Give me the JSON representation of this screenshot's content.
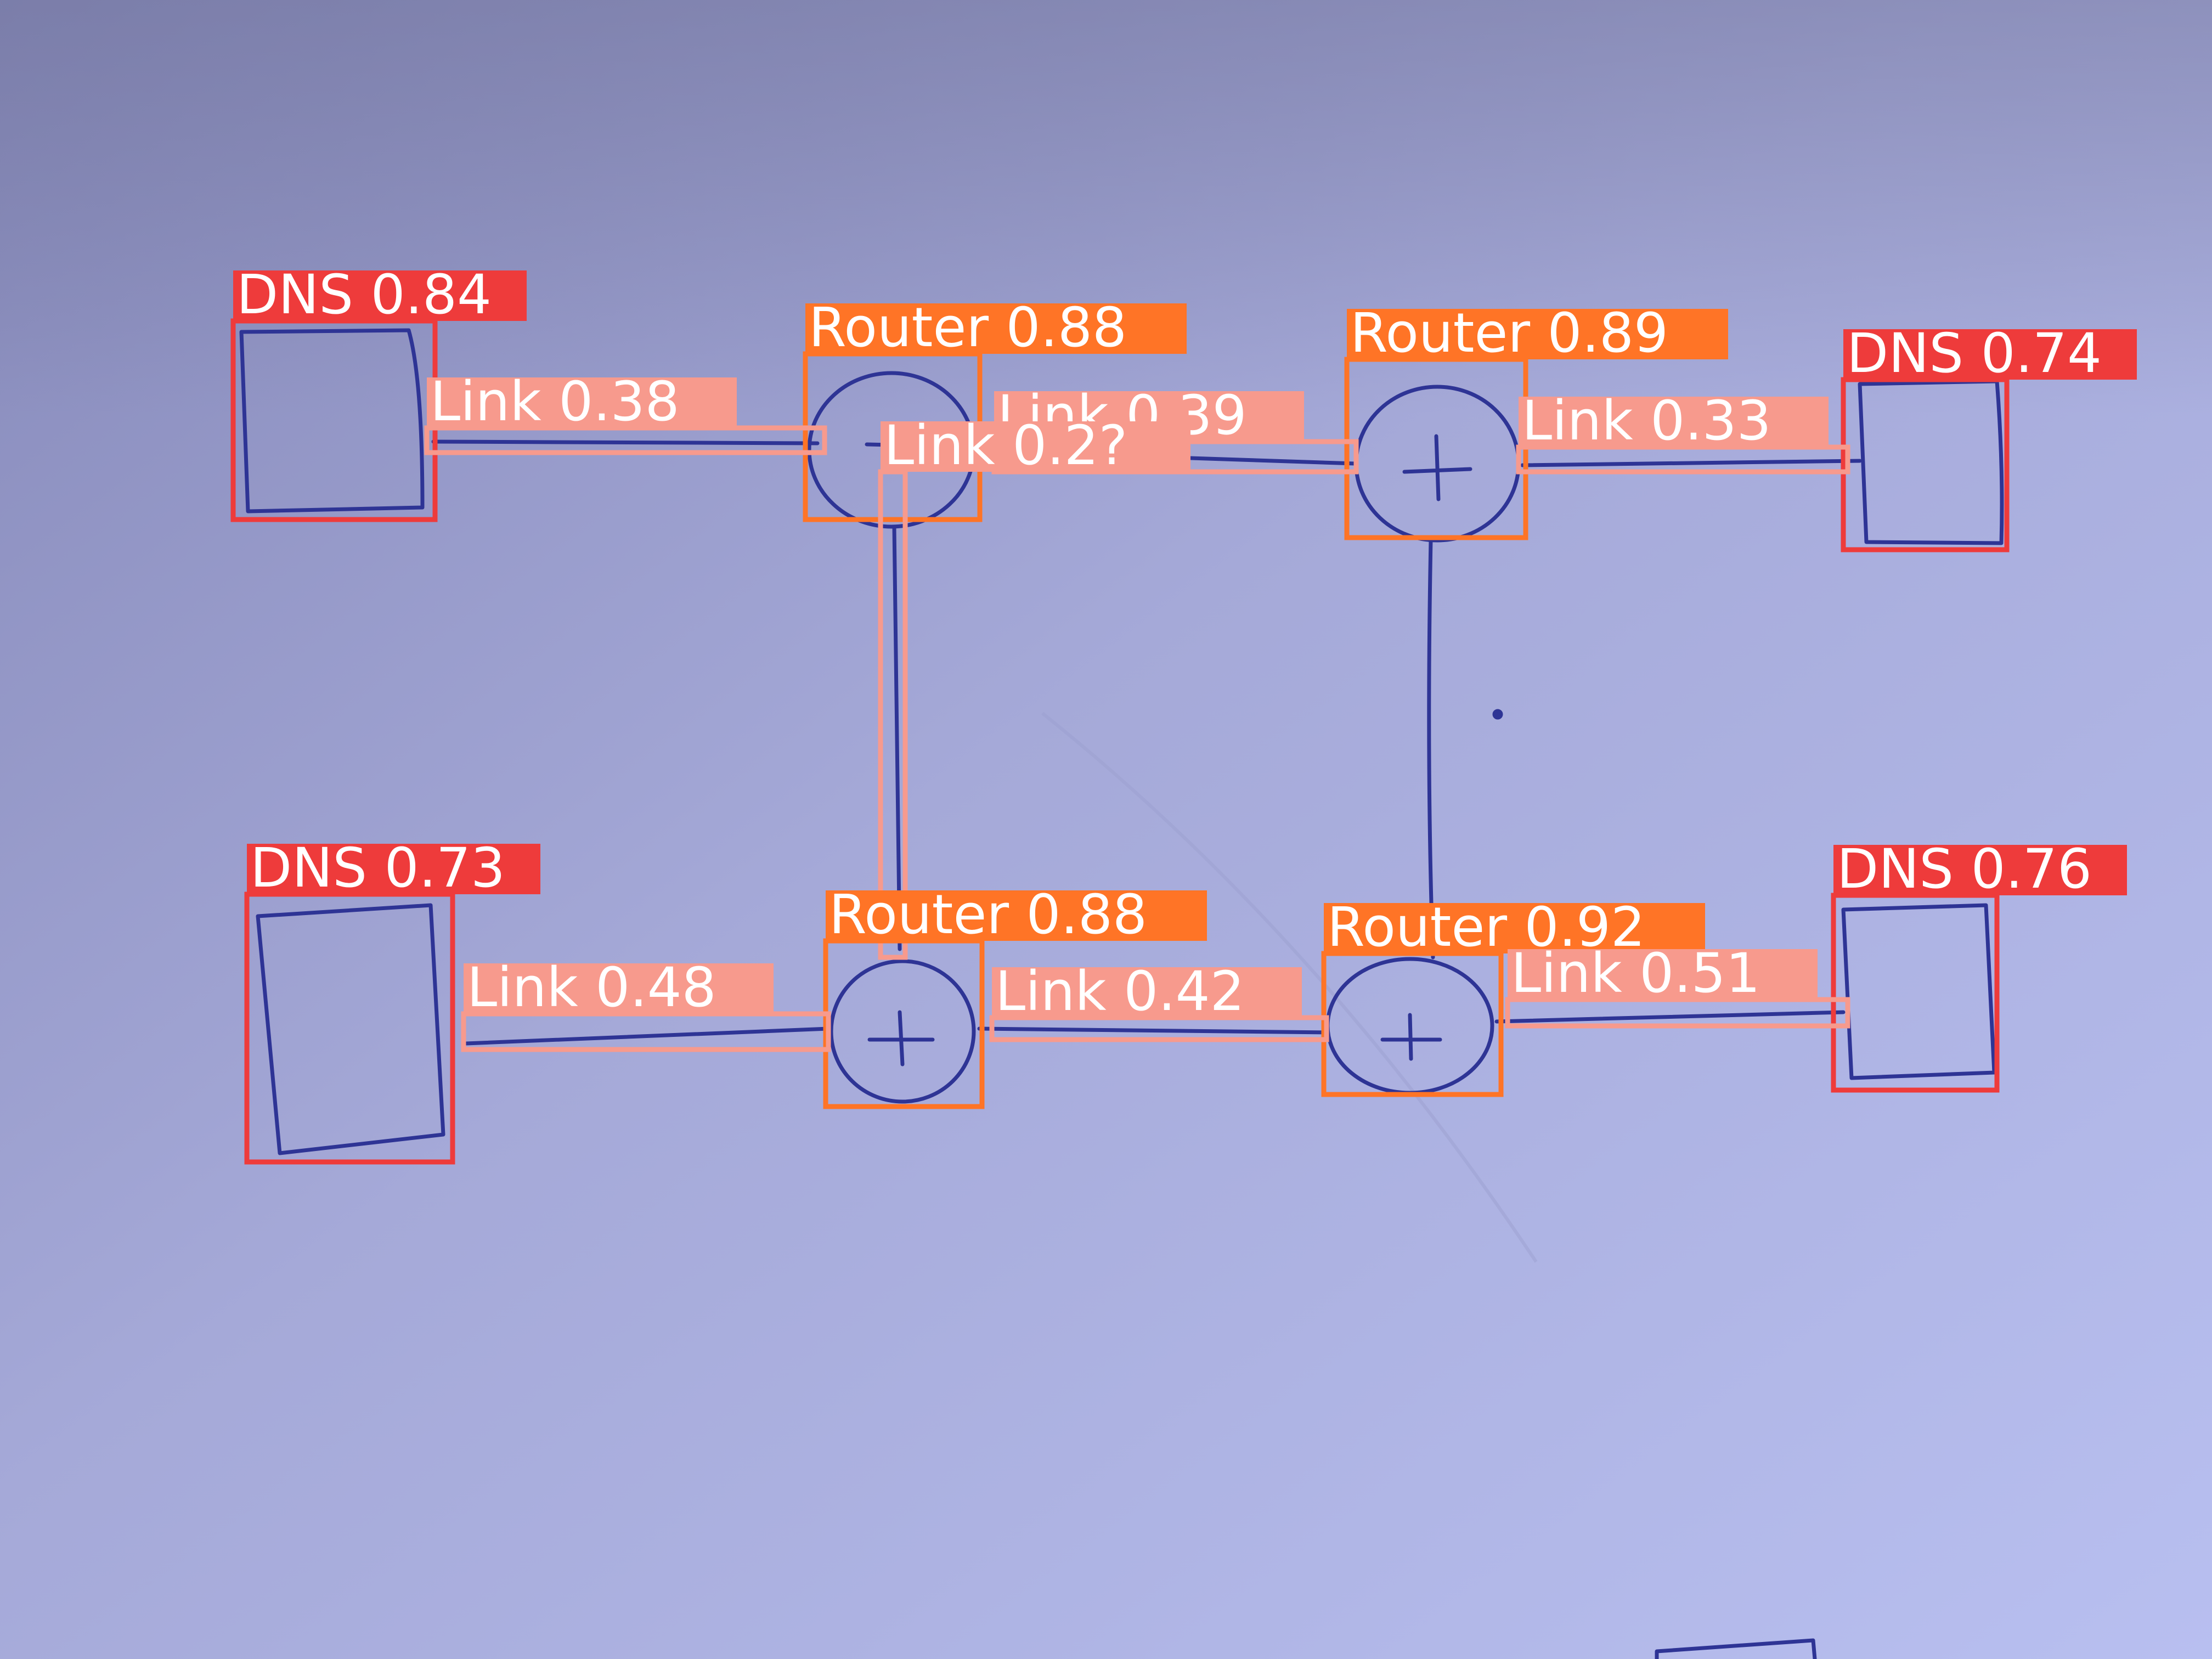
{
  "colors": {
    "paper": "#aeb3df",
    "paper_dark": "#8588b8",
    "ink": "#2e3495",
    "dns": "#ee3b3b",
    "router": "#ff7426",
    "link": "#f79a8d",
    "label_text": "#ffffff"
  },
  "detections": [
    {
      "class": "DNS",
      "confidence": "0.84",
      "label": "DNS 0.84"
    },
    {
      "class": "Router",
      "confidence": "0.88",
      "label": "Router 0.88"
    },
    {
      "class": "Router",
      "confidence": "0.89",
      "label": "Router 0.89"
    },
    {
      "class": "DNS",
      "confidence": "0.74",
      "label": "DNS 0.74"
    },
    {
      "class": "Link",
      "confidence": "0.38",
      "label": "Link 0.38"
    },
    {
      "class": "Link",
      "confidence": "0.39",
      "label": "Link 0.39"
    },
    {
      "class": "Link",
      "confidence": "0.33",
      "label": "Link 0.33"
    },
    {
      "class": "Link",
      "confidence": "0.2?",
      "label": "Link 0.2?"
    },
    {
      "class": "DNS",
      "confidence": "0.73",
      "label": "DNS 0.73"
    },
    {
      "class": "Router",
      "confidence": "0.88",
      "label": "Router 0.88"
    },
    {
      "class": "Router",
      "confidence": "0.92",
      "label": "Router 0.92"
    },
    {
      "class": "DNS",
      "confidence": "0.76",
      "label": "DNS 0.76"
    },
    {
      "class": "Link",
      "confidence": "0.48",
      "label": "Link 0.48"
    },
    {
      "class": "Link",
      "confidence": "0.42",
      "label": "Link 0.42"
    },
    {
      "class": "Link",
      "confidence": "0.51",
      "label": "Link 0.51"
    }
  ]
}
